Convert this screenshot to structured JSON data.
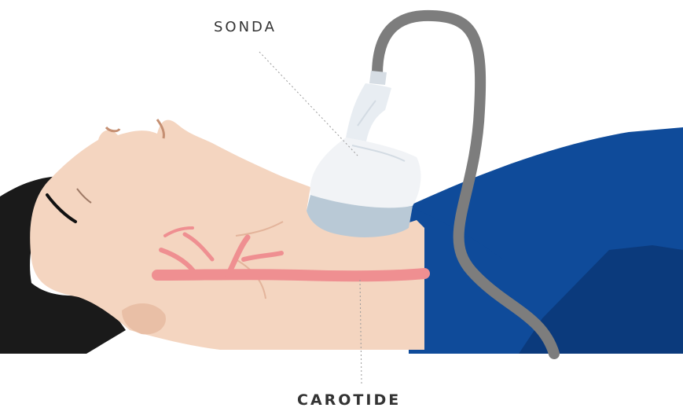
{
  "labels": {
    "probe": "SONDA",
    "artery": "CAROTIDE"
  },
  "colors": {
    "skin": "#f4d5c0",
    "skin_shade": "#e9bfa6",
    "hair": "#1a1a1a",
    "artery": "#ef8f91",
    "gown": "#0f4b9a",
    "gown_dark": "#0b3a7c",
    "cable": "#7d7d7d",
    "probe_body": "#f1f3f6",
    "probe_tip": "#b9c9d6",
    "leader_line": "#9a9a9a"
  },
  "icons": [
    "patient-head-illustration",
    "ultrasound-probe",
    "carotid-artery",
    "probe-cable",
    "hospital-gown"
  ]
}
